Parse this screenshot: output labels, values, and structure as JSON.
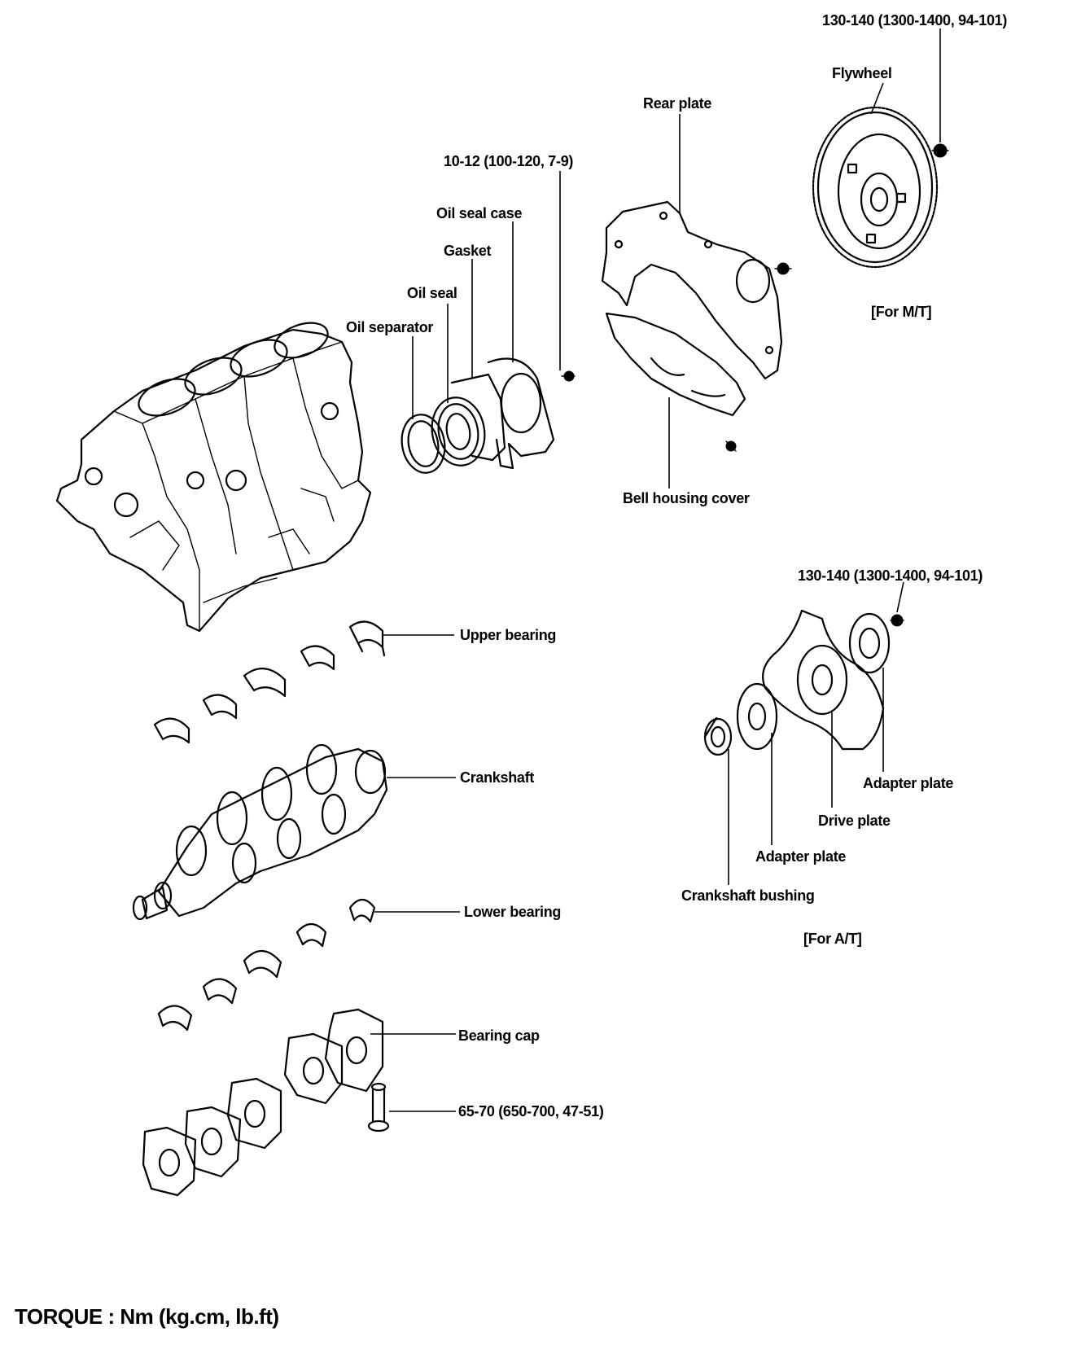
{
  "labels": {
    "flywheel_torque": "130-140 (1300-1400, 94-101)",
    "flywheel": "Flywheel",
    "for_mt": "[For M/T]",
    "rear_plate": "Rear plate",
    "seal_case_torque": "10-12 (100-120, 7-9)",
    "oil_seal_case": "Oil seal case",
    "gasket": "Gasket",
    "oil_seal": "Oil seal",
    "oil_separator": "Oil separator",
    "bell_housing_cover": "Bell housing cover",
    "drive_plate_torque": "130-140 (1300-1400, 94-101)",
    "upper_bearing": "Upper bearing",
    "crankshaft": "Crankshaft",
    "adapter_plate_rear": "Adapter plate",
    "drive_plate": "Drive plate",
    "adapter_plate_front": "Adapter plate",
    "crankshaft_bushing": "Crankshaft bushing",
    "for_at": "[For A/T]",
    "lower_bearing": "Lower bearing",
    "bearing_cap": "Bearing cap",
    "bearing_cap_torque": "65-70 (650-700, 47-51)",
    "torque_units": "TORQUE : Nm (kg.cm, lb.ft)"
  }
}
